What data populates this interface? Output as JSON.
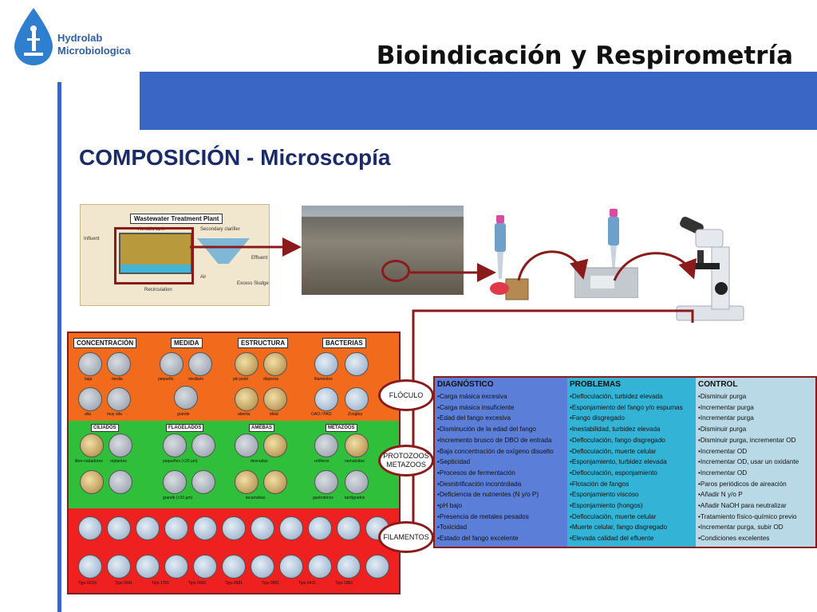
{
  "logo": {
    "line1": "Hydrolab",
    "line2": "Microbiologica"
  },
  "title": "Bioindicación y Respirometría",
  "subtitle": "COMPOSICIÓN - Microscopía",
  "plant": {
    "label": "Wastewater Treatment Plant",
    "aerobic": "Aerobic tank",
    "clarifier": "Secondary clarifier",
    "influent": "Influent",
    "effluent": "Effluent",
    "recirculation": "Recirculation",
    "excess": "Excess Sludge",
    "air": "Air"
  },
  "panel": {
    "headers": [
      "CONCENTRACIÓN",
      "MEDIDA",
      "ESTRUCTURA",
      "BACTERIAS"
    ],
    "orange_caps": [
      "baja",
      "media",
      "alta",
      "muy alta",
      "pequeño",
      "mediano",
      "grande",
      "pin point",
      "dispersa",
      "abierta",
      "ideal",
      "filamentos",
      "OAO / PAO",
      "Zooglea"
    ],
    "green_headers": [
      "CILIADOS",
      "FLAGELADOS",
      "AMEBAS",
      "METAZOOS"
    ],
    "green_caps": [
      "libre-nadadores",
      "reptantes",
      "pequeños (<20 µm)",
      "grande (>20 µm)",
      "desnudas",
      "tecamebas",
      "rotíferos",
      "nematodos",
      "gastrotricos",
      "tardígrados"
    ],
    "red_caps": [
      "Tipo 021N",
      "Tipo 0041",
      "Tipo 1701",
      "Tipo 0092",
      "Tipo 0581",
      "Tipo 0961",
      "Tipo 0411",
      "Tipo 1863"
    ]
  },
  "bubbles": {
    "floculo": "FLÓCULO",
    "protozoos": "PROTOZOOS",
    "metazoos": "METAZOOS",
    "filamentos": "FILAMENTOS"
  },
  "table": {
    "headers": {
      "diag": "DIAGNÓSTICO",
      "prob": "PROBLEMAS",
      "ctrl": "CONTROL"
    },
    "diag": [
      "•Carga másica excesiva",
      "•Carga másica insuficiente",
      "•Edad del fango excesiva",
      "•Disminución de la edad del fango",
      "•Incremento brusco de DBO de entrada",
      "•Baja concentración de oxígeno disuelto",
      "•Septicidad",
      "•Procesos de fermentación",
      "•Desnitrificación incontrolada",
      "•Deficiencia de nutrientes (N y/o P)",
      "•pH bajo",
      "•Presencia de metales pesados",
      "•Toxicidad",
      "•Estado del fango excelente"
    ],
    "prob": [
      "•Defloculación, turbidez elevada",
      "•Esponjamiento del fango y/o espumas",
      "•Fango disgregado",
      "•Inestabilidad, turbidez elevada",
      "•Defloculación, fango disgregado",
      "•Defloculación, muerte celular",
      "•Esponjamiento, turbidez elevada",
      "•Defloculación, esponjamiento",
      "•Flotación de fangos",
      "•Esponjamiento viscoso",
      "•Esponjamiento (hongos)",
      "•Defloculación, muerte celular",
      "•Muerte celular, fango disgregado",
      "•Elevada calidad del efluente"
    ],
    "ctrl": [
      "•Disminuir purga",
      "•Incrementar purga",
      "•Incrementar purga",
      "•Disminuir purga",
      "•Disminuir purga, incrementar OD",
      "•Incrementar OD",
      "•Incrementar OD, usar un oxidante",
      "•Incrementar OD",
      "•Paros periódicos de aireación",
      "•Añadir N y/o P",
      "•Añadir NaOH para neutralizar",
      "•Tratamiento físico-químico previo",
      "•Incrementar purga, subir OD",
      "•Condiciones excelentes"
    ]
  },
  "colors": {
    "accent": "#3a67c6",
    "frame": "#8b1a1a",
    "orange": "#f26a1b",
    "green": "#2fbf3a",
    "red": "#ee2020"
  }
}
